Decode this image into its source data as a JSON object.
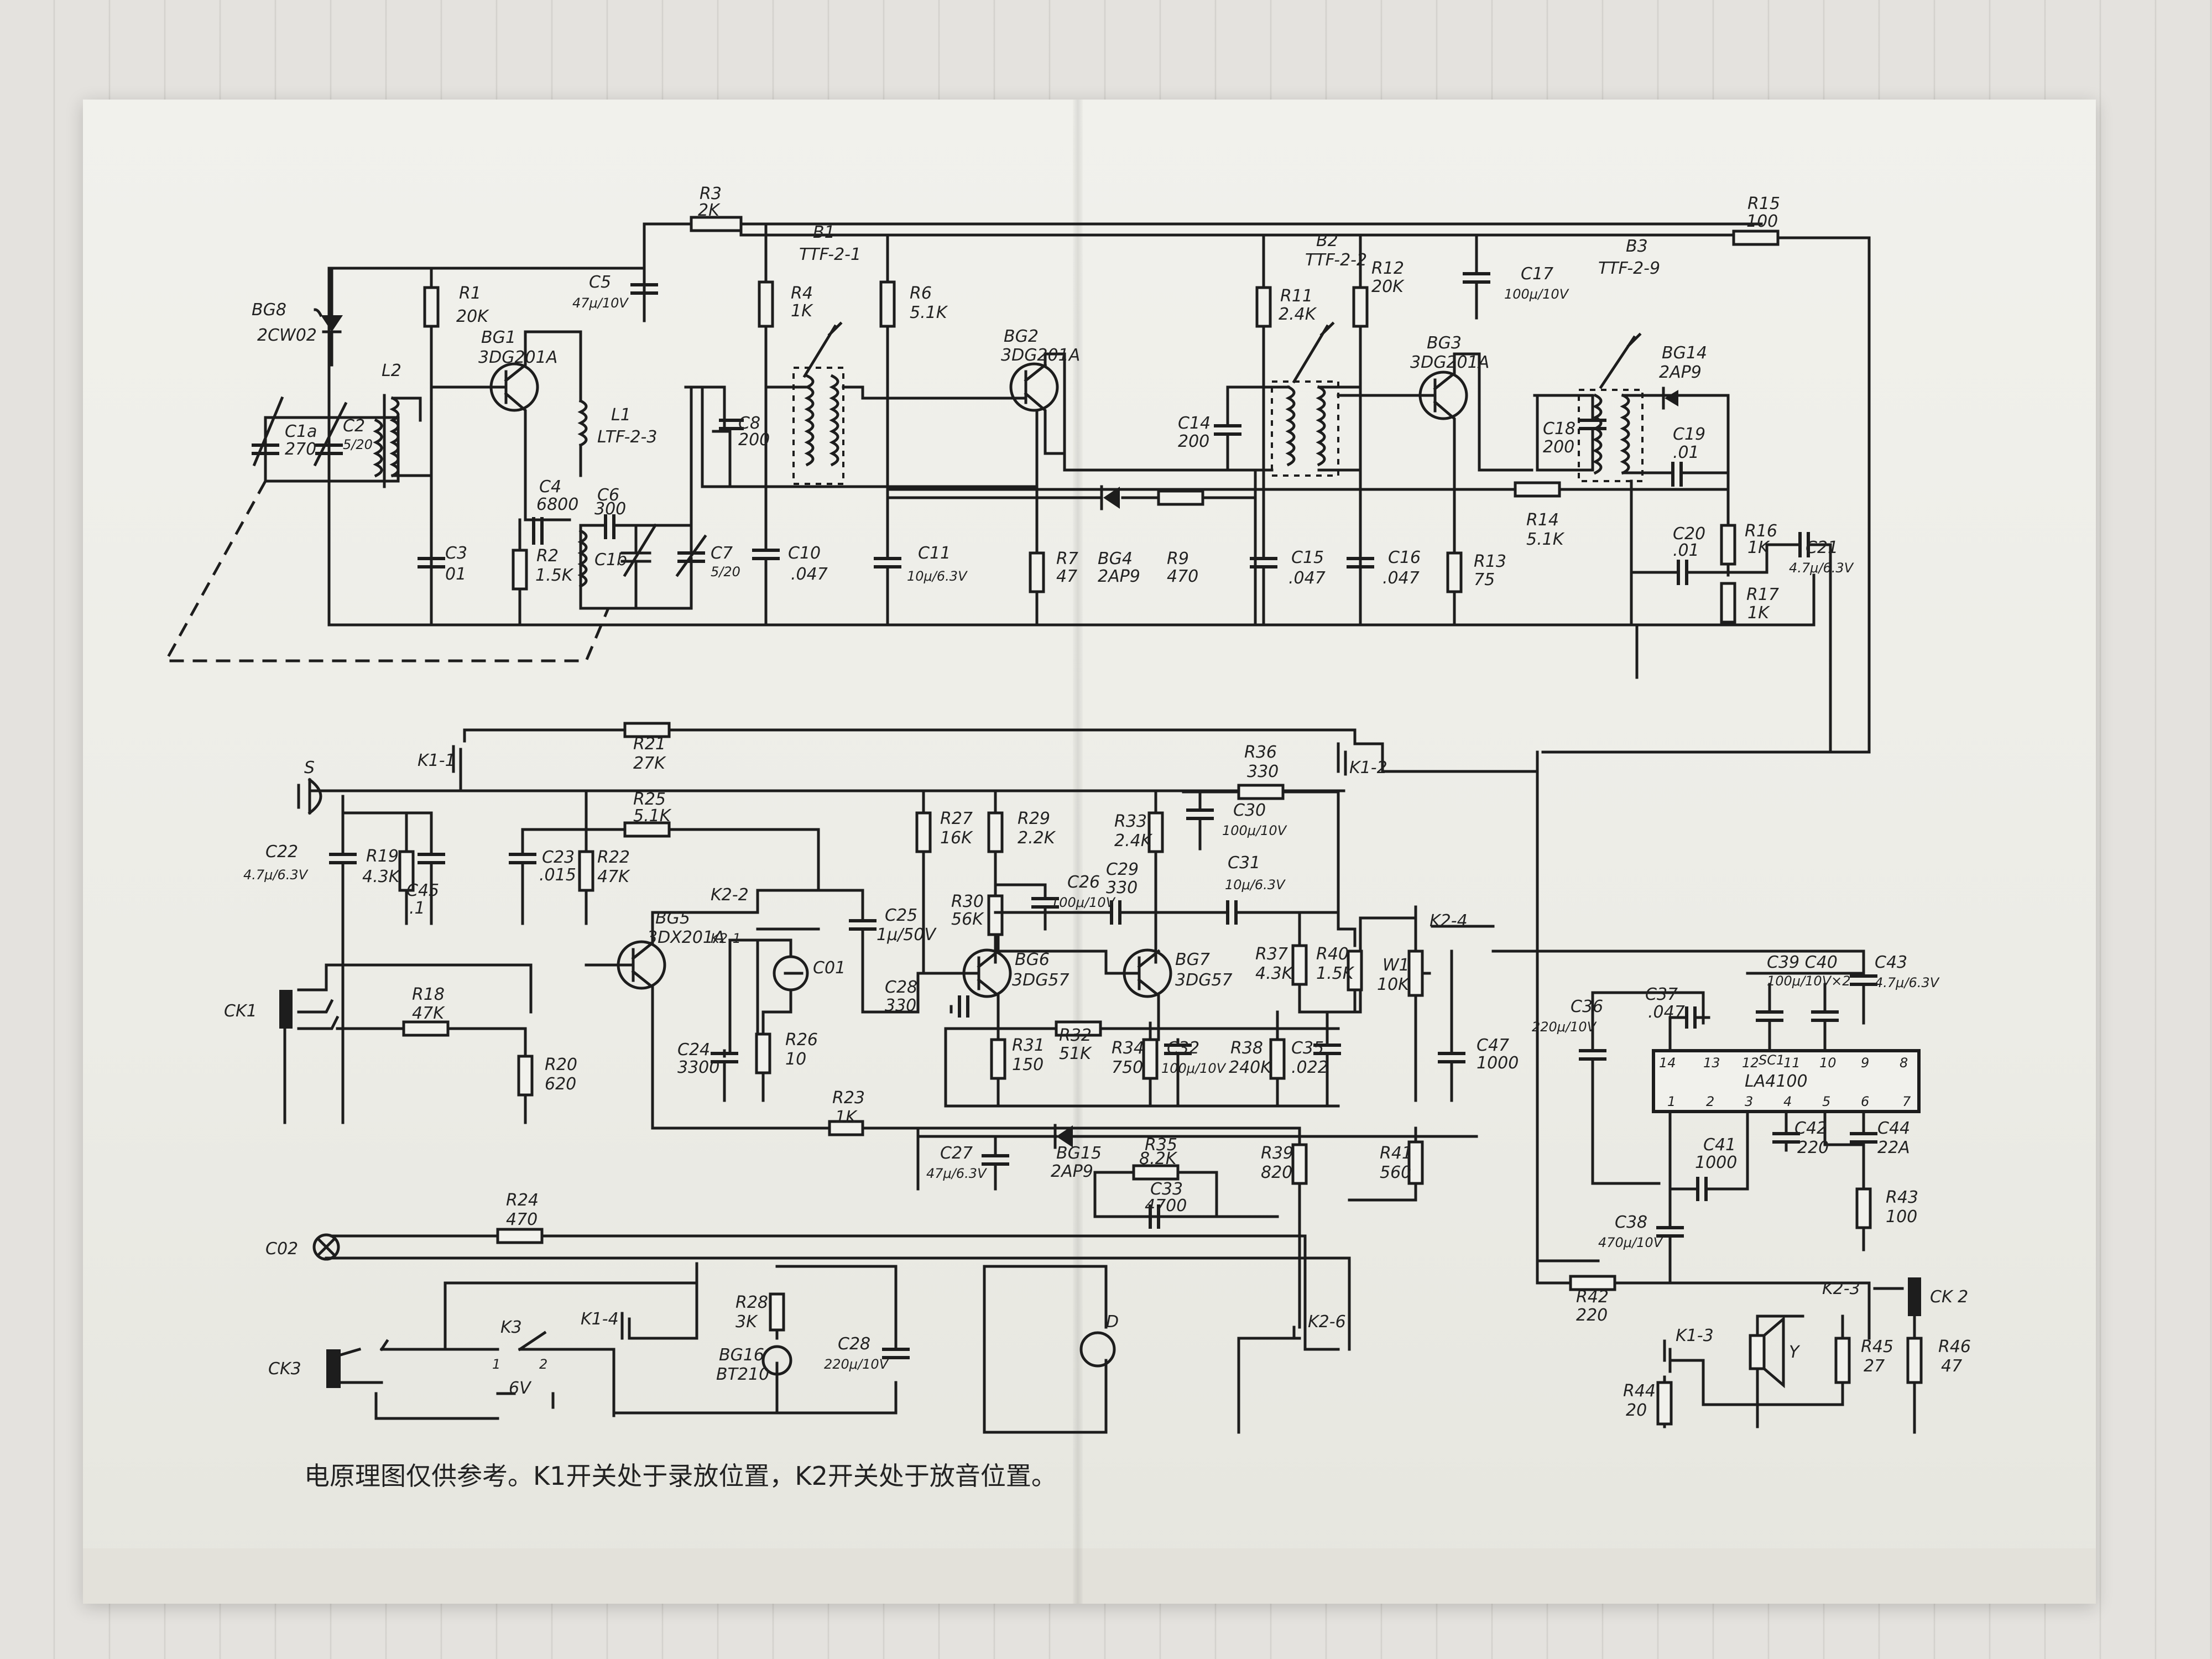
{
  "caption": "电原理图仅供参考。K1开关处于录放位置，K2开关处于放音位置。",
  "ic_label": "LA4100",
  "ic_pins_bottom": [
    "1",
    "2",
    "3",
    "4",
    "5",
    "6",
    "7"
  ],
  "ic_pins_top": [
    "14",
    "13",
    "12",
    "11",
    "10",
    "9",
    "8"
  ],
  "labels": {
    "BG8": "BG8",
    "BG8v": "2CW02",
    "R1": "R1",
    "R1v": "20K",
    "R3": "R3",
    "R3v": "2K",
    "C5": "C5",
    "C5v": "47μ/10V",
    "B1": "B1",
    "B1v": "TTF-2-1",
    "R4": "R4",
    "R4v": "1K",
    "R6": "R6",
    "R6v": "5.1K",
    "BG1": "BG1",
    "BG1v": "3DG201A",
    "BG2": "BG2",
    "BG2v": "3DG201A",
    "BG3": "BG3",
    "BG3v": "3DG201A",
    "L2": "L2",
    "L1": "L1",
    "L1v": "LTF-2-3",
    "C1a": "C1a",
    "C1av": "270",
    "C2": "C2",
    "C2v": "5/20",
    "C3": "C3",
    "C3v": "01",
    "C4": "C4",
    "C4v": "6800",
    "C6": "C6",
    "C6v": "300",
    "R2": "R2",
    "R2v": "1.5K",
    "C1b": "C1b",
    "C7": "C7",
    "C7v": "5/20",
    "C8": "C8",
    "C8v": "200",
    "C10": "C10",
    "C10v": ".047",
    "C11": "C11",
    "C11v": "10μ/6.3V",
    "R7": "R7",
    "R7v": "47",
    "BG4": "BG4",
    "BG4v": "2AP9",
    "R9": "R9",
    "R9v": "470",
    "B2": "B2",
    "B2v": "TTF-2-2",
    "R11": "R11",
    "R11v": "2.4K",
    "R12": "R12",
    "R12v": "20K",
    "C14": "C14",
    "C14v": "200",
    "C15": "C15",
    "C15v": ".047",
    "C16": "C16",
    "C16v": ".047",
    "R13": "R13",
    "R13v": "75",
    "C17": "C17",
    "C17v": "100μ/10V",
    "B3": "B3",
    "B3v": "TTF-2-9",
    "BG14": "BG14",
    "BG14v": "2AP9",
    "R15": "R15",
    "R15v": "100",
    "C18": "C18",
    "C18v": "200",
    "C19": "C19",
    "C19v": ".01",
    "R14": "R14",
    "R14v": "5.1K",
    "C20": "C20",
    "C20v": ".01",
    "R16": "R16",
    "R16v": "1K",
    "R17": "R17",
    "R17v": "1K",
    "C21": "C21",
    "C21v": "4.7μ/6.3V",
    "K1-1": "K1-1",
    "R21": "R21",
    "R21v": "27K",
    "R36": "R36",
    "R36v": "330",
    "K1-2": "K1-2",
    "S": "S",
    "C22": "C22",
    "C22v": "4.7μ/6.3V",
    "R19": "R19",
    "R19v": "4.3K",
    "C45": "C45",
    "C45v": ".1",
    "C23": "C23",
    "C23v": ".015",
    "R22": "R22",
    "R22v": "47K",
    "R25": "R25",
    "R25v": "5.1K",
    "BG5": "BG5",
    "BG5v": "3DX201A",
    "K2-2": "K2-2",
    "K2-1": "K2-1",
    "C25": "C25",
    "C25v": "1μ/50V",
    "C01": "C01",
    "R27": "R27",
    "R27v": "16K",
    "R29": "R29",
    "R29v": "2.2K",
    "R33": "R33",
    "R33v": "2.4K",
    "C30": "C30",
    "C30v": "100μ/10V",
    "C26": "C26",
    "C26v": "100μ/10V",
    "C29": "C29",
    "C29v": "330",
    "C31": "C31",
    "C31v": "10μ/6.3V",
    "R30": "R30",
    "R30v": "56K",
    "BG6": "BG6",
    "BG6v": "3DG57",
    "BG7": "BG7",
    "BG7v": "3DG57",
    "C28": "C28",
    "C28v": "330",
    "R37": "R37",
    "R37v": "4.3K",
    "R40": "R40",
    "R40v": "1.5K",
    "W1": "W1",
    "W1v": "10K",
    "K2-4": "K2-4",
    "CK1": "CK1",
    "R18": "R18",
    "R18v": "47K",
    "R20": "R20",
    "R20v": "620",
    "C24": "C24",
    "C24v": "3300",
    "R26": "R26",
    "R26v": "10",
    "R31": "R31",
    "R31v": "150",
    "R32": "R32",
    "R32v": "51K",
    "R34": "R34",
    "R34v": "750",
    "C32": "C32",
    "C32v": "100μ/10V",
    "R38": "R38",
    "R38v": "240K",
    "C35": "C35",
    "C35v": ".022",
    "C47": "C47",
    "C47v": "1000",
    "R23": "R23",
    "R23v": "1K",
    "C27": "C27",
    "C27v": "47μ/6.3V",
    "BG15": "BG15",
    "BG15v": "2AP9",
    "R35": "R35",
    "R35v": "8.2K",
    "C33": "C33",
    "C33v": "4700",
    "R39": "R39",
    "R39v": "820",
    "R41": "R41",
    "R41v": "560",
    "C37": "C37",
    "C37v": ".047",
    "C36": "C36",
    "C36v": "220μ/10V",
    "C39": "C39 C40",
    "C39v": "100μ/10V×2",
    "C43": "C43",
    "C43v": "4.7μ/6.3V",
    "SC1": "SC1",
    "C41": "C41",
    "C41v": "1000",
    "C42": "C42",
    "C42v": "220",
    "C44": "C44",
    "C44v": "22A",
    "R43": "R43",
    "R43v": "100",
    "C38": "C38",
    "C38v": "470μ/10V",
    "R24": "R24",
    "R24v": "470",
    "C02": "C02",
    "R42": "R42",
    "R42v": "220",
    "K2-3": "K2-3",
    "CK2": "CK 2",
    "K2-6": "K2-6",
    "R28": "R28",
    "R28v": "3K",
    "C28b": "C28",
    "C28bv": "220μ/10V",
    "BG16": "BG16",
    "BG16v": "BT210",
    "K1-4": "K1-4",
    "K3": "K3",
    "CK3": "CK3",
    "D": "D",
    "6V": "6V",
    "k3_1": "1",
    "k3_2": "2",
    "K1-3": "K1-3",
    "R44": "R44",
    "R44v": "20",
    "Y": "Y",
    "R45": "R45",
    "R45v": "27",
    "R46": "R46",
    "R46v": "47"
  }
}
